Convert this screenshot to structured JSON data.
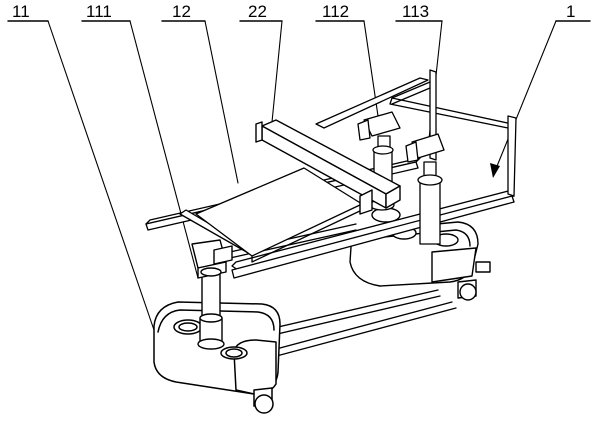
{
  "callouts": [
    {
      "id": "11",
      "text": "11"
    },
    {
      "id": "111",
      "text": "111"
    },
    {
      "id": "12",
      "text": "12"
    },
    {
      "id": "22",
      "text": "22"
    },
    {
      "id": "112",
      "text": "112"
    },
    {
      "id": "113",
      "text": "113"
    },
    {
      "id": "1",
      "text": "1"
    }
  ]
}
